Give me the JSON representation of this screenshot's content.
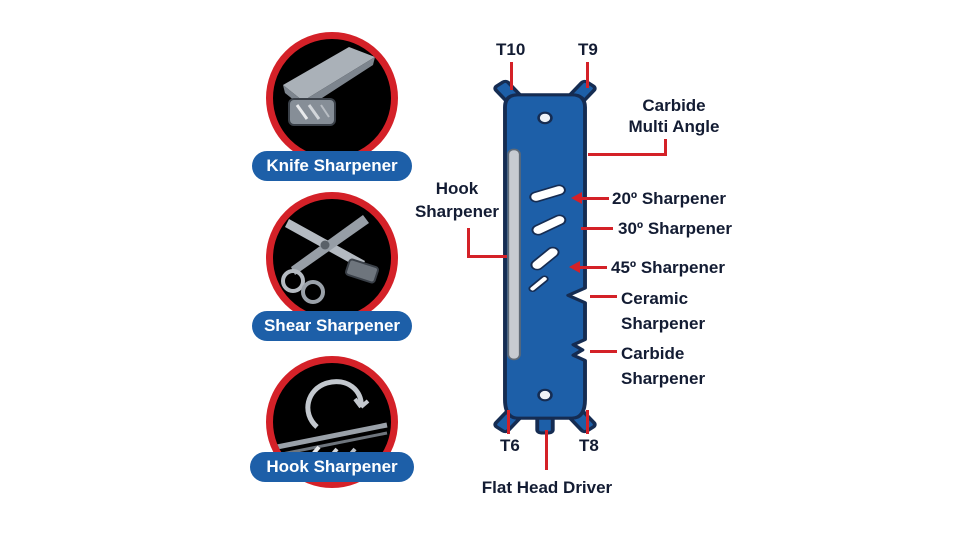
{
  "colors": {
    "accent_red": "#d42128",
    "brand_blue": "#1d5fa8",
    "outline_navy": "#152c52",
    "text_navy": "#131c33"
  },
  "left_panel": {
    "items": [
      {
        "label": "Knife Sharpener",
        "icon": "knife-sharpener-photo"
      },
      {
        "label": "Shear Sharpener",
        "icon": "shear-sharpener-photo"
      },
      {
        "label": "Hook Sharpener",
        "icon": "hook-sharpener-photo"
      }
    ]
  },
  "diagram": {
    "labels": {
      "t10": "T10",
      "t9": "T9",
      "t6": "T6",
      "t8": "T8",
      "carbide_multi_angle": "Carbide Multi Angle",
      "hook_sharpener": "Hook Sharpener",
      "sharpener_20": "20º Sharpener",
      "sharpener_30": "30º Sharpener",
      "sharpener_45": "45º Sharpener",
      "ceramic_sharpener": "Ceramic Sharpener",
      "carbide_sharpener": "Carbide Sharpener",
      "flat_head_driver": "Flat Head Driver"
    }
  }
}
